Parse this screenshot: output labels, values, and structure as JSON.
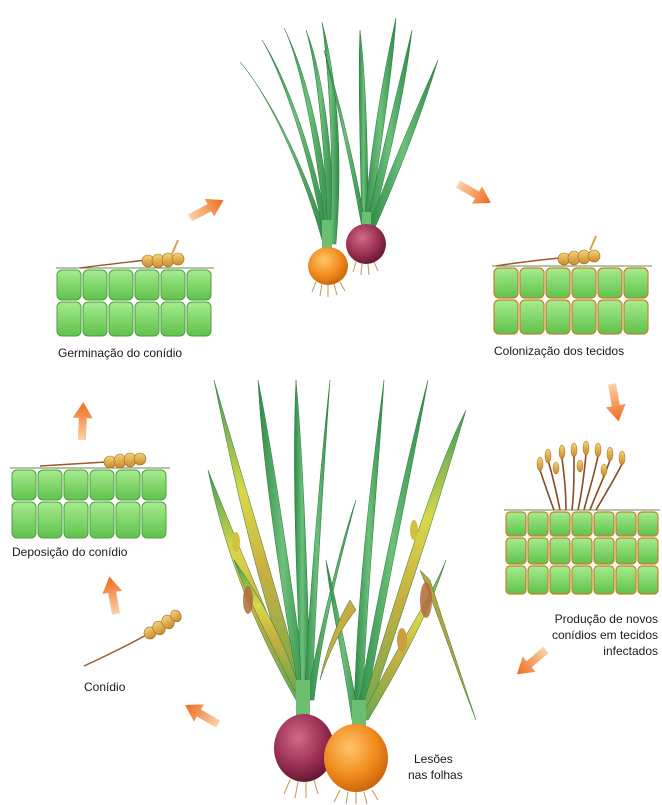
{
  "labels": {
    "germination": "Germinação do conídio",
    "colonization": "Colonização dos tecidos",
    "production_line1": "Produção de novos",
    "production_line2": "conídios em tecidos",
    "production_line3": "infectados",
    "deposition": "Deposição do conídio",
    "conidium": "Conídio",
    "lesions_line1": "Lesões",
    "lesions_line2": "nas folhas"
  },
  "colors": {
    "leaf_green": "#3f9a55",
    "leaf_light": "#7cc47f",
    "cell_green": "#7fdc6a",
    "cell_border": "#4e9e3f",
    "onion_orange": "#f08a1c",
    "onion_purple": "#8e2a4a",
    "arrow_orange": "#f07a2a",
    "spore_tan": "#d9a24a",
    "hypha_brown": "#9a5a2a",
    "lesion_yellow": "#e8e25a"
  }
}
